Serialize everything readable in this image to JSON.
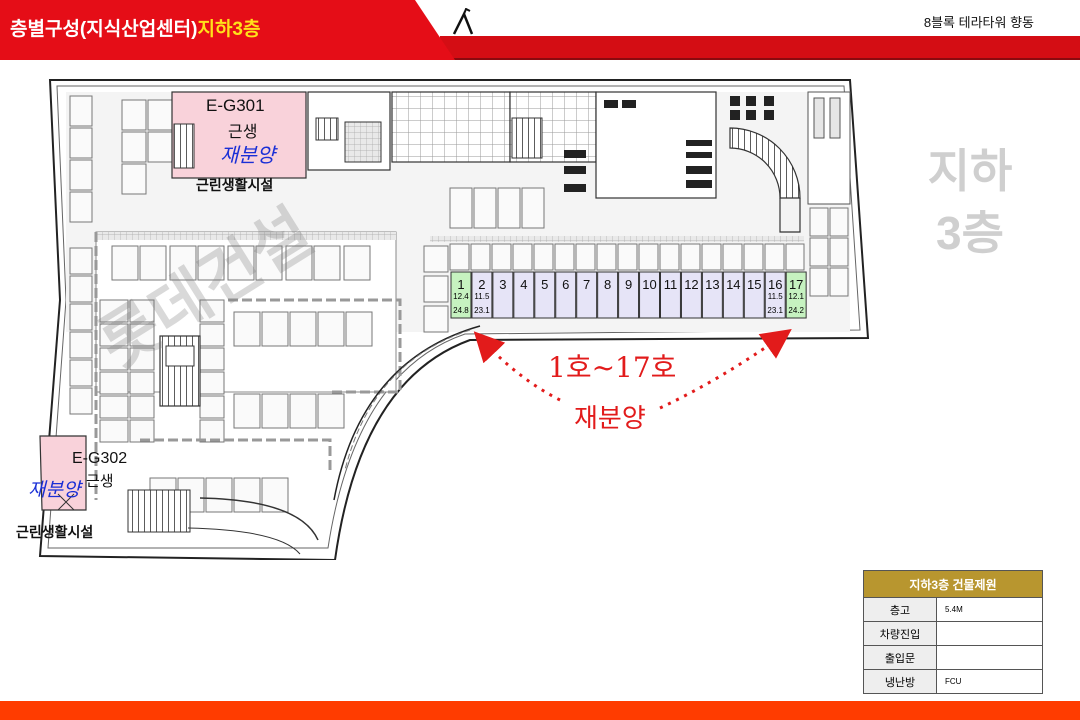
{
  "header": {
    "title_prefix": "층별구성(지식산업센터)",
    "title_floor": "지하3층",
    "block_title": "8블록 테라타워 향동"
  },
  "floor_label": {
    "line1": "지하",
    "line2": "3층"
  },
  "plan": {
    "units": [
      {
        "no": "1",
        "a": "12.4",
        "b": "24.8",
        "highlight": true
      },
      {
        "no": "2",
        "a": "11.5",
        "b": "23.1",
        "highlight": false
      },
      {
        "no": "3"
      },
      {
        "no": "4"
      },
      {
        "no": "5"
      },
      {
        "no": "6"
      },
      {
        "no": "7"
      },
      {
        "no": "8"
      },
      {
        "no": "9"
      },
      {
        "no": "10"
      },
      {
        "no": "11"
      },
      {
        "no": "12"
      },
      {
        "no": "13"
      },
      {
        "no": "14"
      },
      {
        "no": "15"
      },
      {
        "no": "16",
        "a": "11.5",
        "b": "23.1",
        "highlight": false
      },
      {
        "no": "17",
        "a": "12.1",
        "b": "24.2",
        "highlight": true
      }
    ],
    "shop_g301": {
      "code": "E-G301",
      "use": "근생",
      "note": "재분양",
      "caption": "근린생활시설"
    },
    "shop_g302": {
      "code": "E-G302",
      "use": "근생",
      "note": "재분양",
      "caption": "근린생활시설"
    },
    "annotation": {
      "range": "1호~17호",
      "note": "재분양"
    },
    "watermark": "롯데건설"
  },
  "info_table": {
    "title": "지하3층 건물제원",
    "rows": [
      {
        "label": "층고",
        "value": "5.4M"
      },
      {
        "label": "차량진입",
        "value": ""
      },
      {
        "label": "출입문",
        "value": ""
      },
      {
        "label": "냉난방",
        "value": "FCU"
      }
    ]
  },
  "colors": {
    "header_red": "#e50d17",
    "header_yellow": "#ffe11a",
    "footer_orange": "#ff3c00",
    "shop_pink": "#f9d2da",
    "unit_green": "#c6f2c0",
    "unit_purple": "#e6e4f7",
    "annotation_red": "#e21b1b",
    "annotation_blue": "#1a2fd6",
    "table_gold": "#b8962f"
  }
}
